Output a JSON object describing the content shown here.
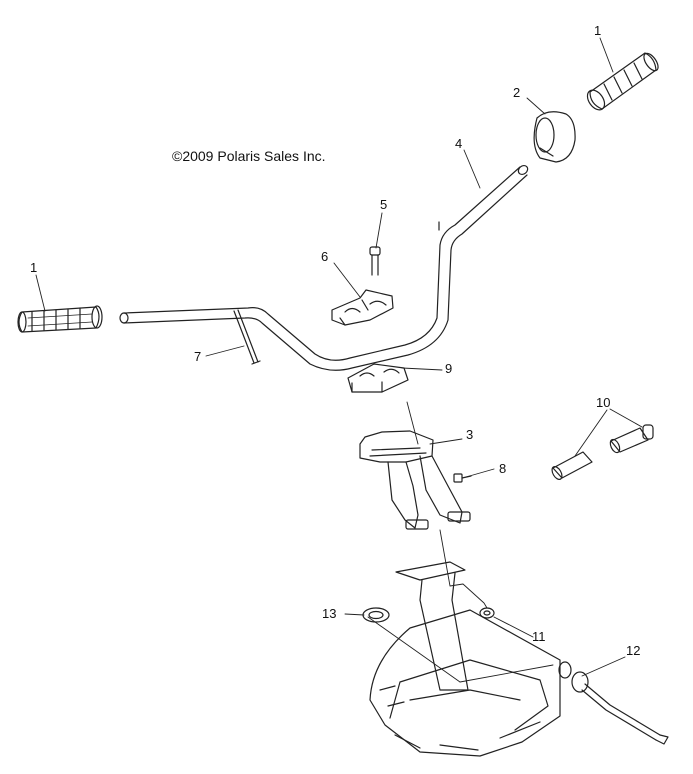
{
  "copyright": "©2009 Polaris Sales Inc.",
  "callouts": [
    {
      "id": "grip-right",
      "label": "1"
    },
    {
      "id": "grip-left",
      "label": "1"
    },
    {
      "id": "cover",
      "label": "2"
    },
    {
      "id": "bracket",
      "label": "3"
    },
    {
      "id": "handlebar",
      "label": "4"
    },
    {
      "id": "bolt",
      "label": "5"
    },
    {
      "id": "clamp-upper",
      "label": "6"
    },
    {
      "id": "rod",
      "label": "7"
    },
    {
      "id": "screw",
      "label": "8"
    },
    {
      "id": "clamp-lower",
      "label": "9"
    },
    {
      "id": "plugs",
      "label": "10"
    },
    {
      "id": "grommet-small",
      "label": "11"
    },
    {
      "id": "cable",
      "label": "12"
    },
    {
      "id": "grommet-large",
      "label": "13"
    }
  ]
}
